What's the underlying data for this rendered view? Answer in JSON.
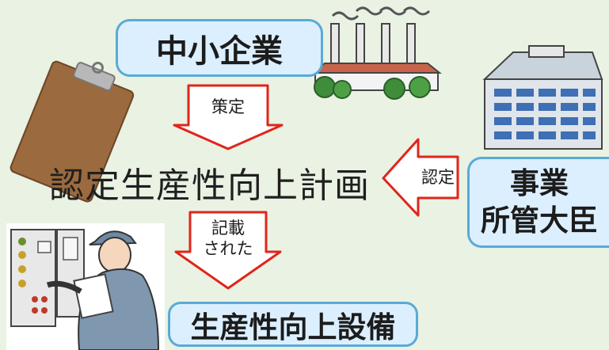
{
  "diagram": {
    "sme_label": "中小企業",
    "minister_line1": "事業",
    "minister_line2": "所管大臣",
    "plan_label": "認定生産性向上計画",
    "equipment_label": "生産性向上設備",
    "arrow_formulate_label": "策定",
    "arrow_certify_label": "認定",
    "arrow_record_line1": "記載",
    "arrow_record_line2": "された"
  },
  "colors": {
    "background": "#e9f2e3",
    "box_fill": "#dcefff",
    "box_border": "#5aaad6",
    "arrow_stroke": "#e0251b",
    "arrow_fill": "#ffffff"
  },
  "icons": [
    "clipboard-icon",
    "factory-icon",
    "office-building-icon",
    "worker-at-control-panel-icon"
  ]
}
